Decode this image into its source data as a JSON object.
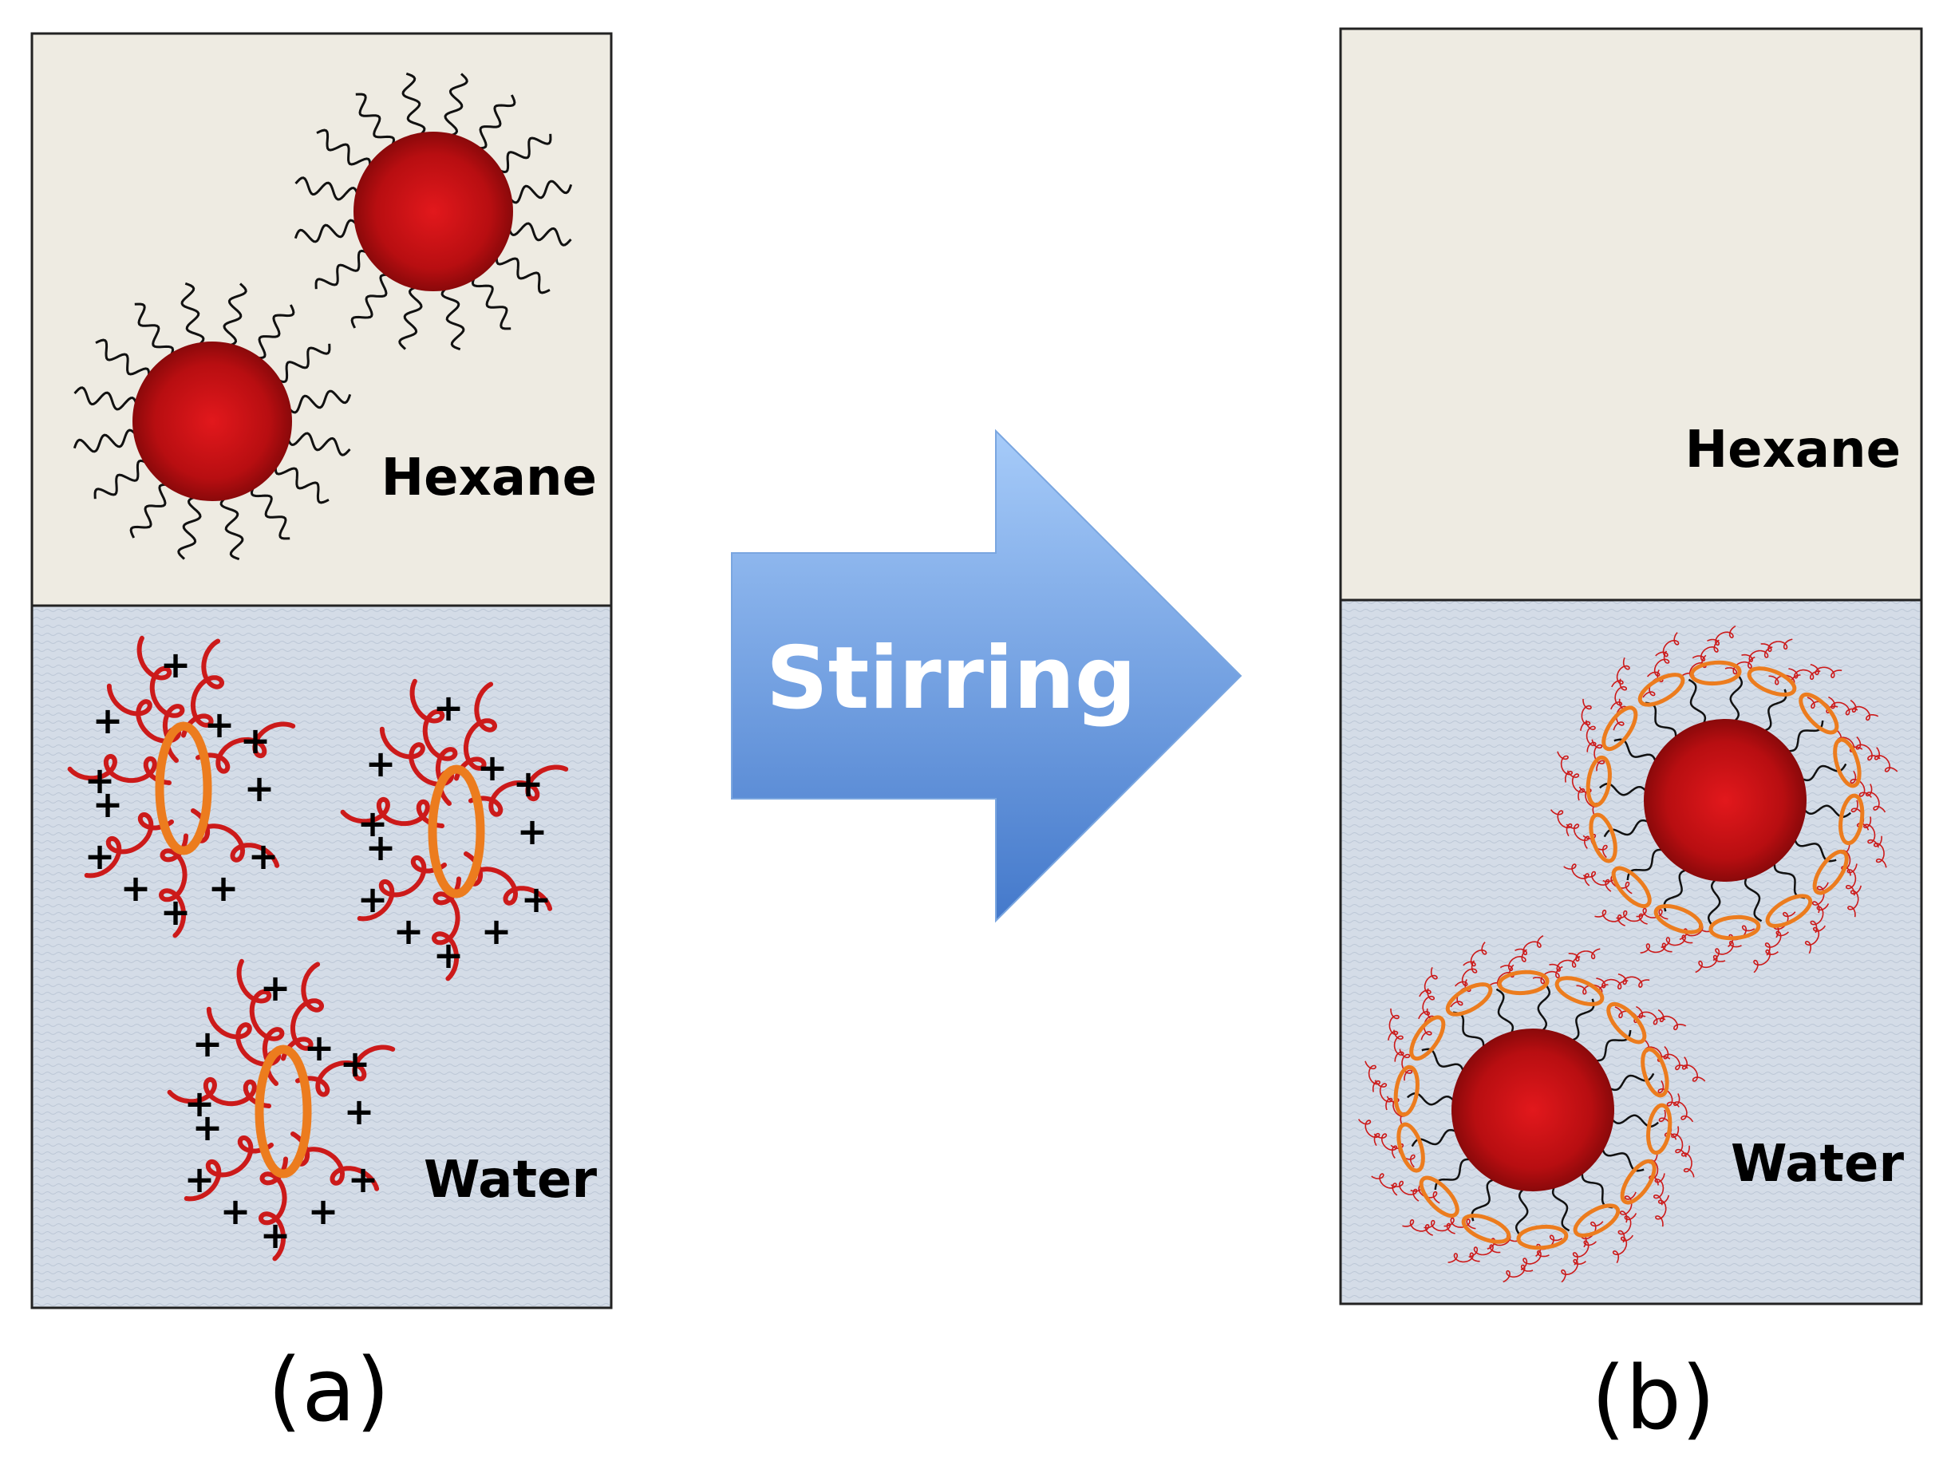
{
  "panel_a": {
    "top_label": "Hexane",
    "bottom_label": "Water",
    "caption": "(a)"
  },
  "panel_b": {
    "top_label": "Hexane",
    "bottom_label": "Water",
    "caption": "(b)"
  },
  "arrow": {
    "label": "Stirring"
  },
  "charge_symbol": "+",
  "colors": {
    "hexane_phase": "#eeebe2",
    "water_phase": "#d5dde8",
    "particle_red": "#c40f12",
    "polymer_red": "#cc1a1a",
    "ring_orange": "#ec7c1e",
    "arrow_blue_light": "#9dc3f7",
    "arrow_blue_dark": "#4a82cf",
    "ligand": "#111111"
  }
}
